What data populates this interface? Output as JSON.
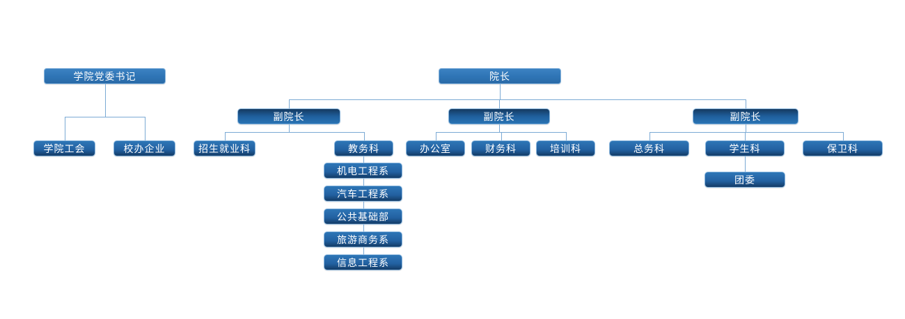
{
  "colors": {
    "background": "#ffffff",
    "text": "#ffffff",
    "connector": "#7aa9d4",
    "box_border": "#8ab6dd",
    "top_box_gradient": [
      "#3c82c2",
      "#2e74b5",
      "#2a6aa7"
    ],
    "vice_box_gradient": [
      "#153a60",
      "#1f5f9d",
      "#2a74b4"
    ],
    "leaf_box_gradient": [
      "#2e76b7",
      "#2260a0",
      "#143c66"
    ]
  },
  "org_chart": {
    "trees": [
      {
        "id": "party-secretary",
        "label": "学院党委书记",
        "children": [
          {
            "id": "college-union",
            "label": "学院工会"
          },
          {
            "id": "school-enterprise",
            "label": "校办企业"
          }
        ]
      },
      {
        "id": "dean",
        "label": "院长",
        "children": [
          {
            "id": "vice-dean-1",
            "label": "副院长",
            "children": [
              {
                "id": "admissions-employment",
                "label": "招生就业科"
              },
              {
                "id": "academic-affairs",
                "label": "教务科",
                "chain": [
                  {
                    "id": "mechatronics-dept",
                    "label": "机电工程系"
                  },
                  {
                    "id": "automotive-dept",
                    "label": "汽车工程系"
                  },
                  {
                    "id": "public-foundation-dept",
                    "label": "公共基础部"
                  },
                  {
                    "id": "tourism-business-dept",
                    "label": "旅游商务系"
                  },
                  {
                    "id": "information-engineering-dept",
                    "label": "信息工程系"
                  }
                ]
              }
            ]
          },
          {
            "id": "vice-dean-2",
            "label": "副院长",
            "children": [
              {
                "id": "general-office",
                "label": "办公室"
              },
              {
                "id": "finance-section",
                "label": "财务科"
              },
              {
                "id": "training-section",
                "label": "培训科"
              }
            ]
          },
          {
            "id": "vice-dean-3",
            "label": "副院长",
            "children": [
              {
                "id": "general-affairs-section",
                "label": "总务科"
              },
              {
                "id": "student-affairs-section",
                "label": "学生科",
                "chain": [
                  {
                    "id": "youth-league",
                    "label": "团委"
                  }
                ]
              },
              {
                "id": "security-section",
                "label": "保卫科"
              }
            ]
          }
        ]
      }
    ]
  }
}
